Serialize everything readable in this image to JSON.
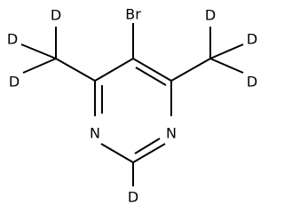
{
  "molecule": {
    "substituent_label": "Br",
    "ring_atoms": {
      "n_left": "N",
      "n_right": "N"
    },
    "deuterium": {
      "c2": "D",
      "left_methyl_top": "D",
      "left_methyl_mid": "D",
      "left_methyl_low": "D",
      "right_methyl_top": "D",
      "right_methyl_mid": "D",
      "right_methyl_low": "D"
    }
  }
}
